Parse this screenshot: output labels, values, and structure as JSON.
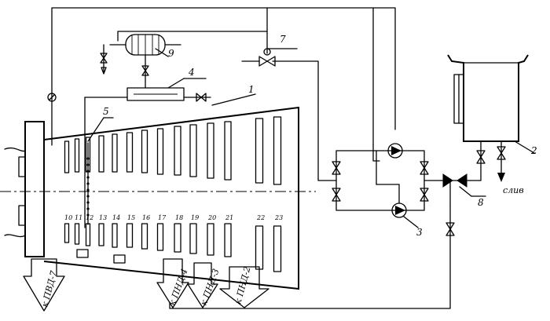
{
  "callouts": {
    "n1": "1",
    "n2": "2",
    "n3": "3",
    "n4": "4",
    "n5": "5",
    "n7": "7",
    "n8": "8",
    "n9": "9"
  },
  "stages": [
    "10",
    "11",
    "12",
    "13",
    "14",
    "15",
    "16",
    "17",
    "18",
    "19",
    "20",
    "21",
    "22",
    "23"
  ],
  "extractions": {
    "pvd7": "к ПВД-7",
    "pnd4": "к ПНД-4",
    "pnd3": "к ПНД-3",
    "pnd2": "к ПНД-2"
  },
  "drain": "слив"
}
